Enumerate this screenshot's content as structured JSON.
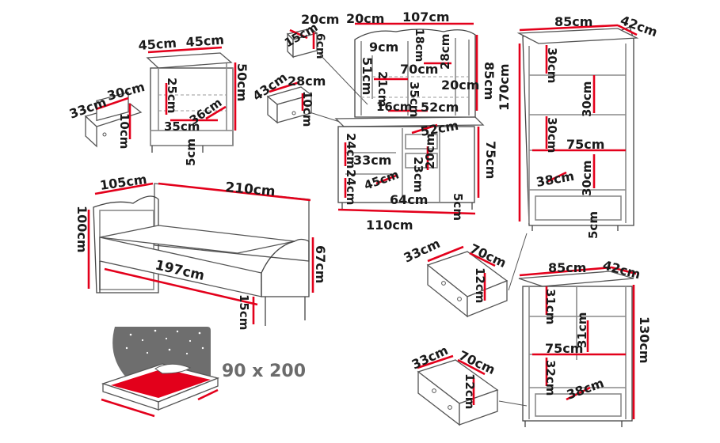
{
  "colors": {
    "dimension_line": "#e3001b",
    "outline": "#8a8a8a",
    "text": "#1a1a1a",
    "mattress_top": "#e3001b",
    "night_bg": "#6e6e6e"
  },
  "nightstand": {
    "width": "45cm",
    "depth": "45cm",
    "height": "50cm",
    "inner_h": "25cm",
    "inner_d": "36cm",
    "inner_w": "35cm",
    "leg": "5cm",
    "drawer": {
      "width": "30cm",
      "depth": "33cm",
      "height": "10cm"
    }
  },
  "small_drawers": {
    "top": {
      "a": "15cm",
      "b": "20cm",
      "c": "6cm"
    },
    "middle": {
      "a": "43cm",
      "b": "28cm",
      "c": "10cm"
    }
  },
  "desk": {
    "top_left": "20cm",
    "top_width": "107cm",
    "hutch_h": "18cm",
    "hutch_side": "9cm",
    "hutch_sh": "51cm",
    "hutch_shelf_h": "28cm",
    "hutch_inner_w": "70cm",
    "hutch_inner_h": "21cm",
    "hutch_side_w": "20cm",
    "hutch_niche_h": "35cm",
    "hutch_low": "16cm",
    "hutch_d": "52cm",
    "total_h": "85cm",
    "desk_d": "52cm",
    "desk_h": "75cm",
    "drawer_h": "20cm",
    "drawer_w": "33cm",
    "shelf1": "24cm",
    "shelf2": "24cm",
    "knee": "23cm",
    "knee_w": "45cm",
    "inner": "64cm",
    "leg": "5cm",
    "width": "110cm",
    "overall_h": "170cm"
  },
  "tall_cabinet": {
    "width": "85cm",
    "depth": "42cm",
    "shelf_top": "30cm",
    "shelf_mid": "30cm",
    "shelf_left": "30cm",
    "inner_w": "75cm",
    "bottom_d": "38cm",
    "shelf_low": "30cm",
    "leg": "5cm"
  },
  "bed": {
    "head_w": "105cm",
    "length": "210cm",
    "head_h": "100cm",
    "inner_len": "197cm",
    "foot_h": "67cm",
    "leg": "15cm"
  },
  "big_drawer": {
    "d": "33cm",
    "w": "70cm",
    "h": "12cm"
  },
  "low_cabinet": {
    "width": "85cm",
    "depth": "42cm",
    "shelf_top": "31cm",
    "shelf_right": "31cm",
    "inner_w": "75cm",
    "shelf_low": "32cm",
    "height": "130cm",
    "bottom_d": "38cm"
  },
  "bottom_drawer": {
    "d": "33cm",
    "w": "70cm",
    "h": "12cm"
  },
  "mattress": {
    "size": "90 x 200"
  }
}
